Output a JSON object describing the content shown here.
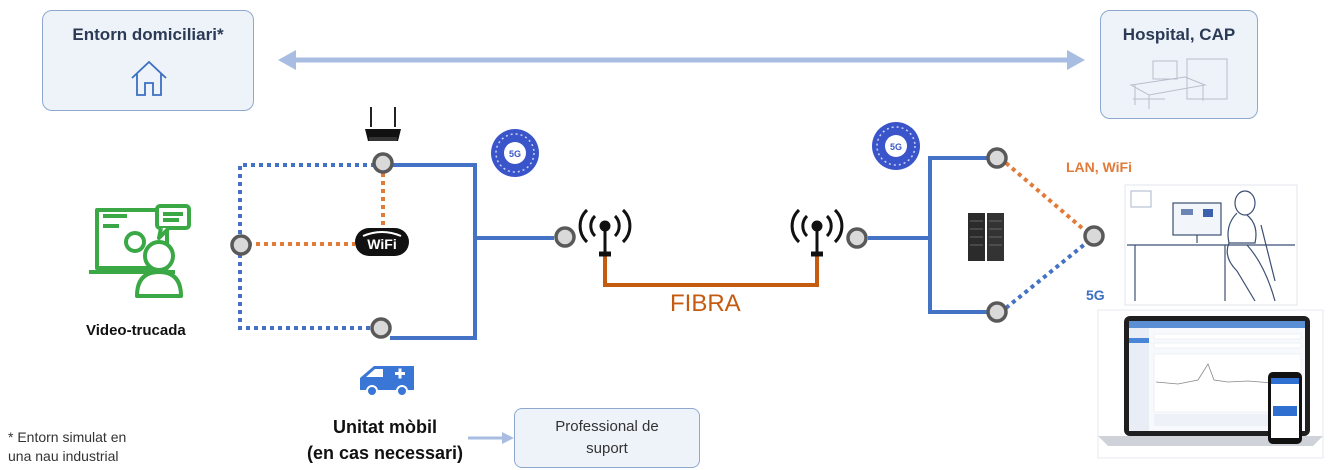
{
  "home_box": {
    "title": "Entorn domiciliari*",
    "icon": "house-icon"
  },
  "hospital_box": {
    "title": "Hospital, CAP",
    "icon": "hospital-bed-icon"
  },
  "video_call": {
    "label": "Video-trucada",
    "icon": "video-call-icon"
  },
  "wifi": {
    "label": "WiFi",
    "icon": "wifi-logo-icon"
  },
  "router": {
    "icon": "router-icon"
  },
  "five_g_badge": {
    "label": "5G",
    "icon": "5g-badge-icon"
  },
  "fiber": {
    "label": "FIBRA"
  },
  "antenna": {
    "icon": "antenna-icon"
  },
  "server": {
    "icon": "server-rack-icon"
  },
  "hospital_links": {
    "lan_wifi": "LAN, WiFi",
    "five_g": "5G"
  },
  "mobile_unit": {
    "line1": "Unitat mòbil",
    "line2": "(en cas necessari)",
    "icon": "ambulance-icon"
  },
  "support": {
    "line1": "Professional de",
    "line2": "suport"
  },
  "footnote": {
    "line1": "* Entorn simulat en",
    "line2": "una nau industrial"
  },
  "workstation": {
    "icon": "doctor-workstation-icon"
  },
  "devices": {
    "icon": "laptop-phone-dashboard-icon"
  },
  "colors": {
    "blue": "#4472c4",
    "orange": "#e07b39",
    "fiber": "#c55a11",
    "arrow": "#a9bde3",
    "node": "#595959",
    "badge": "#3a55c9"
  }
}
